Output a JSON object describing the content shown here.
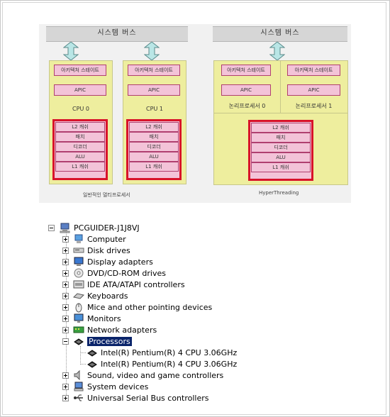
{
  "diagram": {
    "bus_left": "시스템 버스",
    "bus_right": "시스템 버스",
    "left_cpus": [
      {
        "state": "아키텍처 스테이트",
        "apic": "APIC",
        "name": "CPU 0"
      },
      {
        "state": "아키텍처 스테이트",
        "apic": "APIC",
        "name": "CPU 1"
      }
    ],
    "exec_units": [
      "L2 캐쉬",
      "패치",
      "디코더",
      "ALU",
      "L1 캐쉬"
    ],
    "right_logical": [
      {
        "state": "아키텍처 스테이트",
        "apic": "APIC",
        "name": "논리프로세서 0"
      },
      {
        "state": "아키텍처 스테이트",
        "apic": "APIC",
        "name": "논리프로세서 1"
      }
    ],
    "caption_left": "일반적인 멀티프로세서",
    "caption_right": "HyperThreading",
    "colors": {
      "cpu_fill": "#eeee9e",
      "pink": "#f3c3d8",
      "red": "#d8132a",
      "arrow": "#b9e6e6"
    }
  },
  "tree": {
    "root": "PCGUIDER-J1J8VJ",
    "items": [
      {
        "label": "Computer",
        "icon": "computer-icon"
      },
      {
        "label": "Disk drives",
        "icon": "disk-drive-icon"
      },
      {
        "label": "Display adapters",
        "icon": "display-adapter-icon"
      },
      {
        "label": "DVD/CD-ROM drives",
        "icon": "cdrom-icon"
      },
      {
        "label": "IDE ATA/ATAPI controllers",
        "icon": "ide-controller-icon"
      },
      {
        "label": "Keyboards",
        "icon": "keyboard-icon"
      },
      {
        "label": "Mice and other pointing devices",
        "icon": "mouse-icon"
      },
      {
        "label": "Monitors",
        "icon": "monitor-icon"
      },
      {
        "label": "Network adapters",
        "icon": "network-adapter-icon"
      },
      {
        "label": "Processors",
        "icon": "processor-icon",
        "expanded": true,
        "selected": true
      },
      {
        "label": "Intel(R) Pentium(R) 4 CPU 3.06GHz",
        "icon": "processor-icon",
        "child": true
      },
      {
        "label": "Intel(R) Pentium(R) 4 CPU 3.06GHz",
        "icon": "processor-icon",
        "child": true
      },
      {
        "label": "Sound, video and game controllers",
        "icon": "sound-icon"
      },
      {
        "label": "System devices",
        "icon": "system-devices-icon"
      },
      {
        "label": "Universal Serial Bus controllers",
        "icon": "usb-icon"
      }
    ]
  }
}
